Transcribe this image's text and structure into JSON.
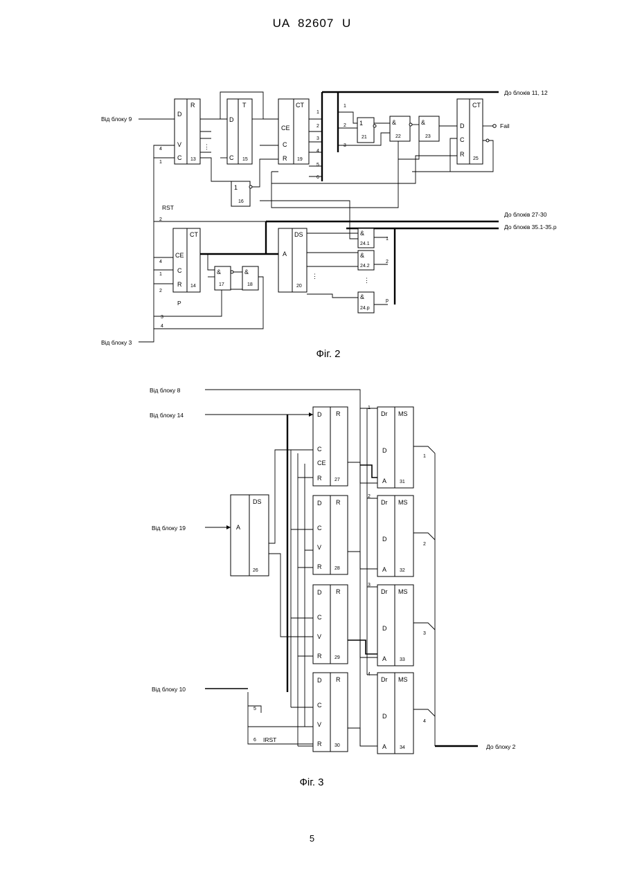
{
  "header": "UA 82607 U",
  "page_number": "5",
  "fig2": {
    "caption": "Фіг. 2",
    "labels": {
      "from9": "Від блоку 9",
      "from3": "Від блоку 3",
      "to11": "До блоків 11, 12",
      "to27": "До блоків 27-30",
      "to35": "До блоків 35.1-35.p",
      "fail": "Fail",
      "rst": "RST",
      "p": "P"
    },
    "blocks": {
      "b13": {
        "title": "R",
        "pins": [
          "D",
          "V",
          "C"
        ],
        "num": "13"
      },
      "b15": {
        "title": "T",
        "pins": [
          "D",
          "C"
        ],
        "num": "15"
      },
      "b19": {
        "title": "CT",
        "pins": [
          "CE",
          "C",
          "R"
        ],
        "num": "19"
      },
      "b16": {
        "sym": "1",
        "num": "16"
      },
      "b21": {
        "sym": "1",
        "num": "21"
      },
      "b22": {
        "sym": "&",
        "num": "22"
      },
      "b23": {
        "sym": "&",
        "num": "23"
      },
      "b25": {
        "title": "CT",
        "pins": [
          "D",
          "C",
          "R"
        ],
        "num": "25"
      },
      "b14": {
        "title": "CT",
        "pins": [
          "CE",
          "C",
          "R"
        ],
        "num": "14"
      },
      "b17": {
        "sym": "&",
        "num": "17"
      },
      "b18": {
        "sym": "&",
        "num": "18"
      },
      "b20": {
        "title": "DS",
        "pins": [
          "A"
        ],
        "num": "20"
      },
      "b241": {
        "sym": "&",
        "num": "24.1"
      },
      "b242": {
        "sym": "&",
        "num": "24.2"
      },
      "b24p": {
        "sym": "&",
        "num": "24.p"
      }
    },
    "bus_numbers": [
      "1",
      "2",
      "3",
      "4",
      "5",
      "6"
    ],
    "input_numbers": [
      "4",
      "1",
      "2",
      "4",
      "1",
      "2",
      "3",
      "4"
    ],
    "gate_bus_numbers": [
      "1",
      "2",
      "3"
    ],
    "out_numbers": [
      "1",
      "2",
      "p"
    ],
    "dots": "⋮"
  },
  "fig3": {
    "caption": "Фіг. 3",
    "labels": {
      "from8": "Від блоку 8",
      "from14": "Від блоку 14",
      "from19": "Від блоку 19",
      "from10": "Від блоку 10",
      "to2": "До блоку 2",
      "irst": "IRST"
    },
    "b26": {
      "title": "DS",
      "pin": "A",
      "num": "26"
    },
    "registers": [
      {
        "title": "R",
        "pins": [
          "D",
          "C",
          "CE",
          "R"
        ],
        "num": "27"
      },
      {
        "title": "R",
        "pins": [
          "D",
          "C",
          "V",
          "R"
        ],
        "num": "28"
      },
      {
        "title": "R",
        "pins": [
          "D",
          "C",
          "V",
          "R"
        ],
        "num": "29"
      },
      {
        "title": "R",
        "pins": [
          "D",
          "C",
          "V",
          "R"
        ],
        "num": "30"
      }
    ],
    "muxes": [
      {
        "t1": "Dr",
        "t2": "MS",
        "pins": [
          "D",
          "A"
        ],
        "num": "31"
      },
      {
        "t1": "Dr",
        "t2": "MS",
        "pins": [
          "D",
          "A"
        ],
        "num": "32"
      },
      {
        "t1": "Dr",
        "t2": "MS",
        "pins": [
          "D",
          "A"
        ],
        "num": "33"
      },
      {
        "t1": "Dr",
        "t2": "MS",
        "pins": [
          "D",
          "A"
        ],
        "num": "34"
      }
    ],
    "mux_in_numbers": [
      "1",
      "2",
      "3",
      "4"
    ],
    "out_numbers": [
      "1",
      "2",
      "3",
      "4"
    ],
    "in_numbers": [
      "5",
      "6"
    ]
  }
}
